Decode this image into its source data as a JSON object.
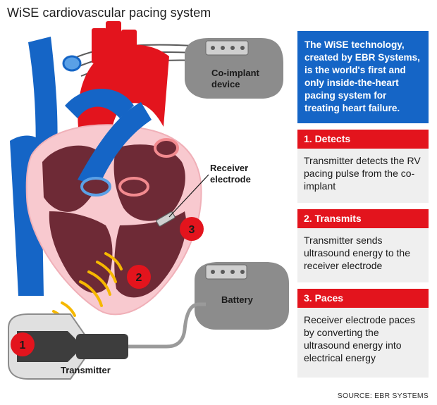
{
  "title": "WiSE cardiovascular pacing system",
  "labels": {
    "coimplant_line1": "Co-implant",
    "coimplant_line2": "device",
    "receiver_line1": "Receiver",
    "receiver_line2": "electrode",
    "battery": "Battery",
    "transmitter": "Transmitter",
    "marker_1": "1",
    "marker_2": "2",
    "marker_3": "3"
  },
  "intro": "The WiSE technology, created by EBR Systems, is the world's first and only inside-the-heart pacing system for treating heart failure.",
  "steps": [
    {
      "title": "1. Detects",
      "body": "Transmitter detects the RV pacing pulse from the co-implant"
    },
    {
      "title": "2. Transmits",
      "body": "Transmitter sends ultrasound energy to the receiver electrode"
    },
    {
      "title": "3. Paces",
      "body": "Receiver electrode paces by converting the ultrasound energy into electrical energy"
    }
  ],
  "source": "SOURCE: EBR SYSTEMS",
  "colors": {
    "vessel_blue": "#1565c6",
    "artery_red": "#e3141d",
    "heart_pink": "#f8c9cf",
    "heart_chamber": "#6e2a36",
    "ultrasound_yellow": "#f6b800",
    "device_gray": "#8c8c8c"
  }
}
